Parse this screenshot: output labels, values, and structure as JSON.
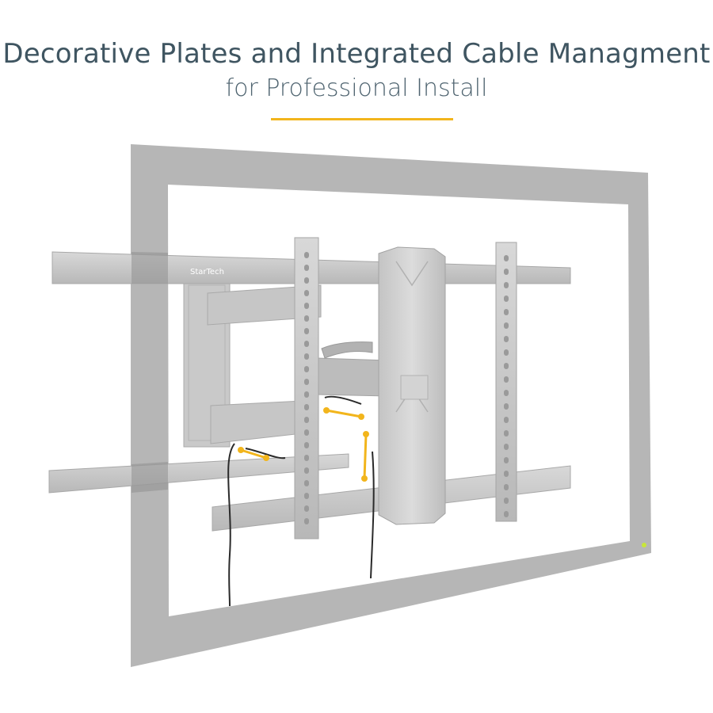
{
  "header": {
    "title": "Decorative Plates and Integrated Cable Managment",
    "subtitle": "for Professional Install"
  },
  "illustration": {
    "brand_label": "StarTech",
    "colors": {
      "accent": "#f2b51c",
      "heading": "#3f5561",
      "frame": "#b4b4b4",
      "metal": "#c9c9c9",
      "metal_dark": "#a9a9a9",
      "cable": "#2a2a2a",
      "power_led": "#c8e63a"
    }
  }
}
